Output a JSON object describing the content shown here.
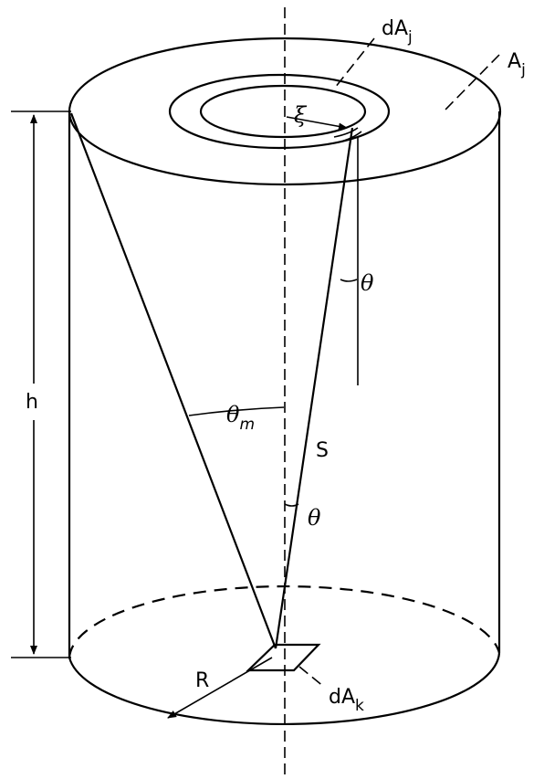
{
  "labels": {
    "dAj_main": "dA",
    "dAj_sub": "j",
    "Aj_main": "A",
    "Aj_sub": "j",
    "xi": "ξ",
    "theta_upper": "θ",
    "theta_lower": "θ",
    "theta_m_main": "θ",
    "theta_m_sub": "m",
    "h": "h",
    "S": "S",
    "R": "R",
    "dAk_main": "dA",
    "dAk_sub": "k"
  },
  "colors": {
    "ink": "#000000",
    "background": "#ffffff"
  }
}
